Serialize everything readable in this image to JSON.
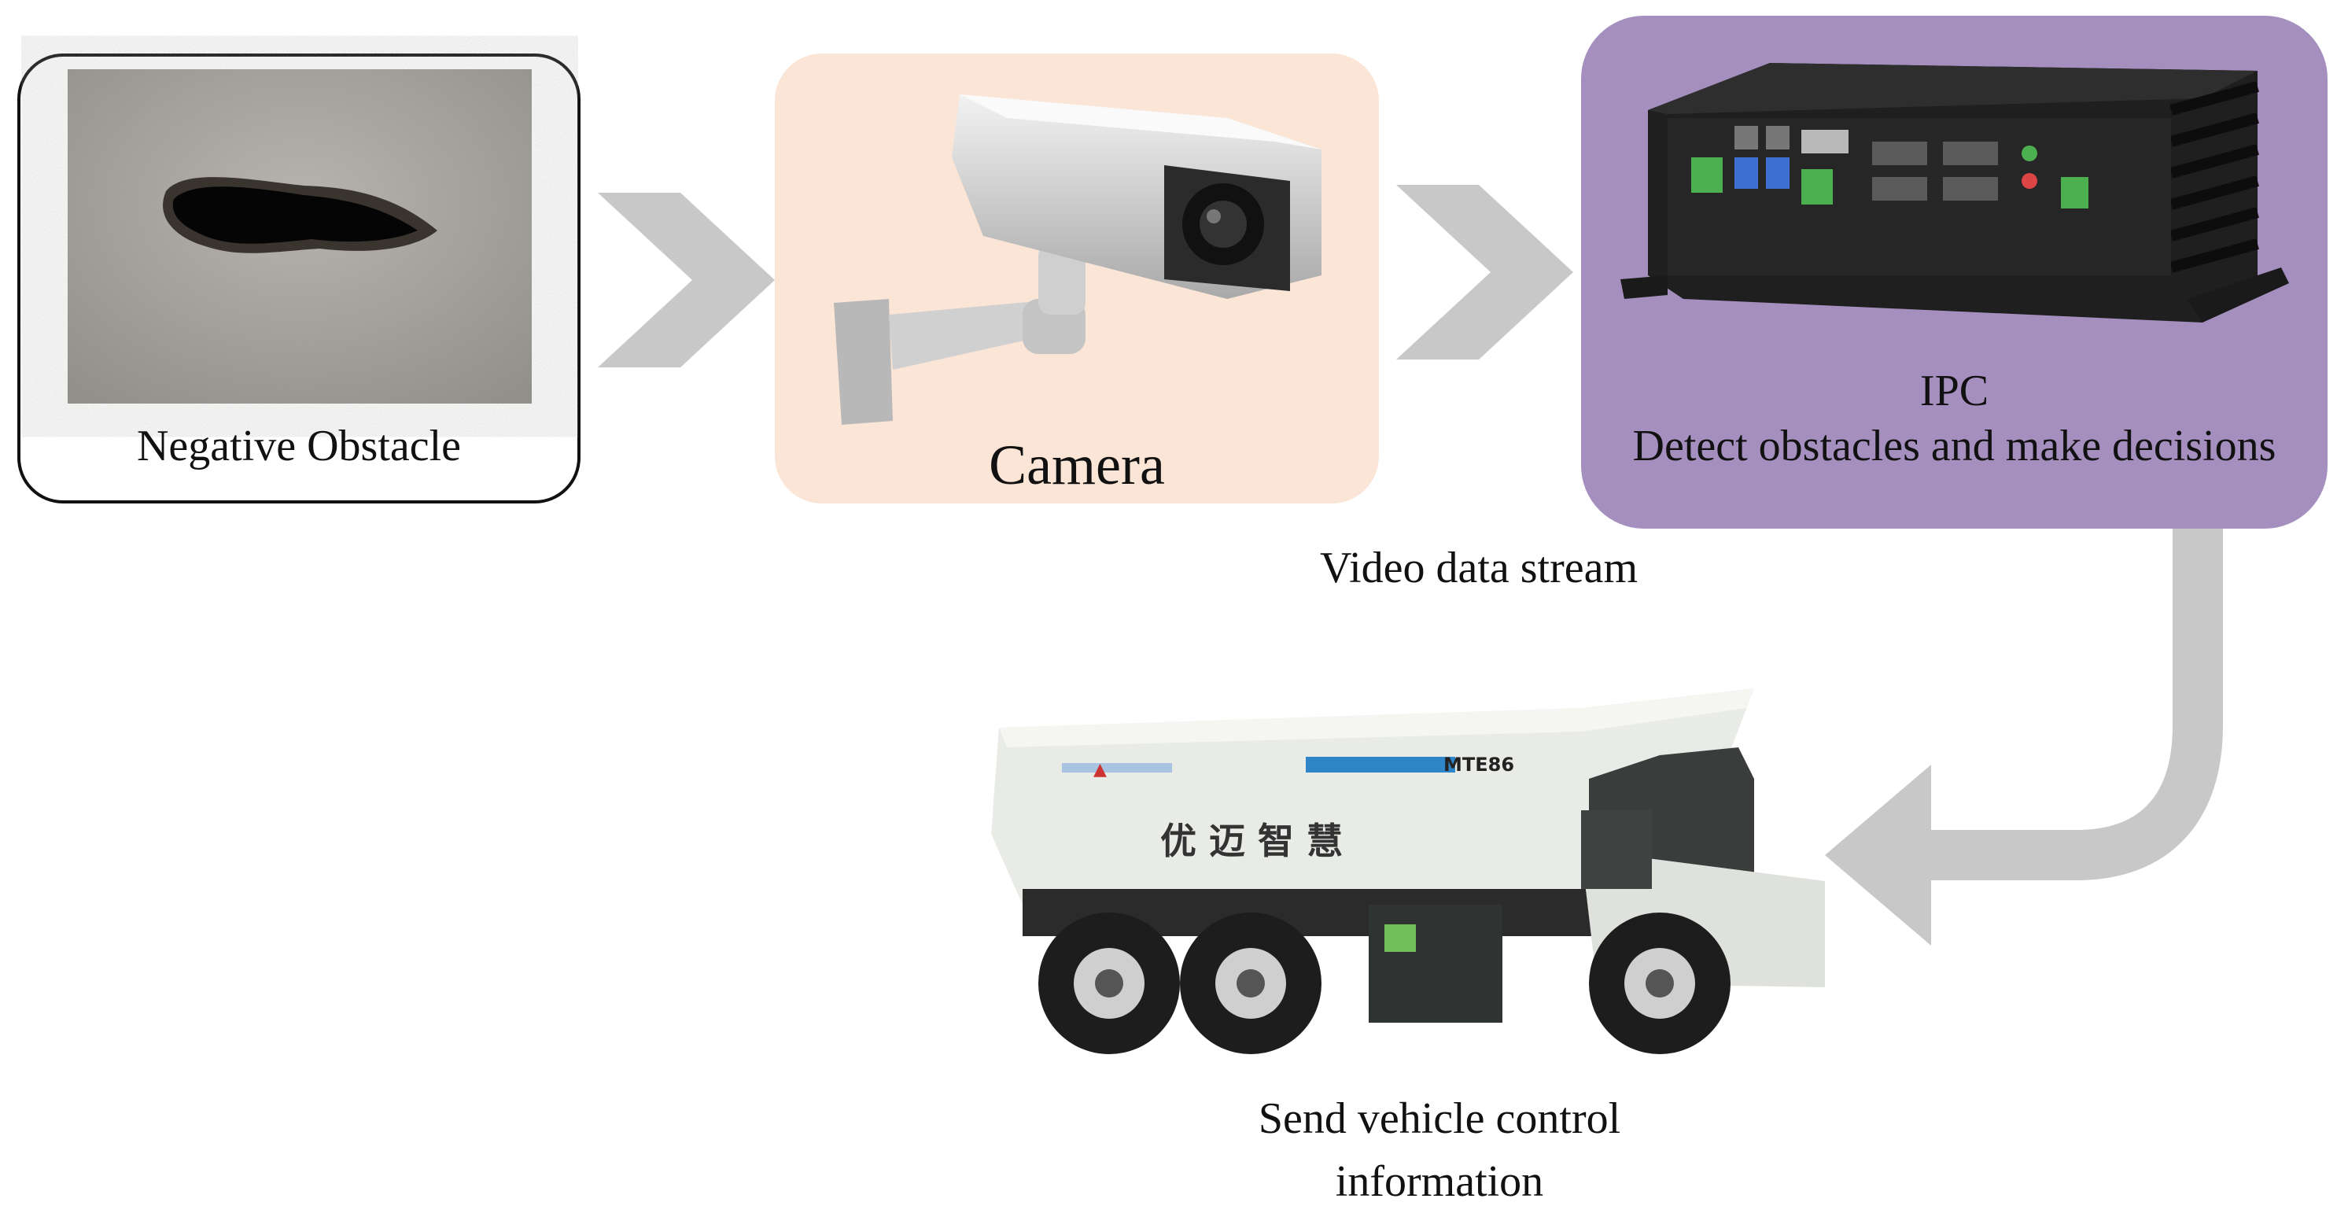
{
  "nodes": {
    "obstacle": {
      "label": "Negative Obstacle"
    },
    "camera": {
      "label": "Camera"
    },
    "ipc": {
      "title": "IPC",
      "subtitle": "Detect obstacles and make decisions"
    }
  },
  "edges": {
    "video_stream": {
      "label": "Video data stream"
    },
    "control": {
      "label_line1": "Send vehicle control",
      "label_line2": "information"
    }
  },
  "images": {
    "truck_logo_text": "MTE86",
    "truck_side_text": "优 迈 智 慧"
  },
  "colors": {
    "camera_box": "#fbe5d6",
    "ipc_box": "#a48fbf",
    "arrow": "#c8c8c8",
    "obstacle_border": "#111111"
  }
}
